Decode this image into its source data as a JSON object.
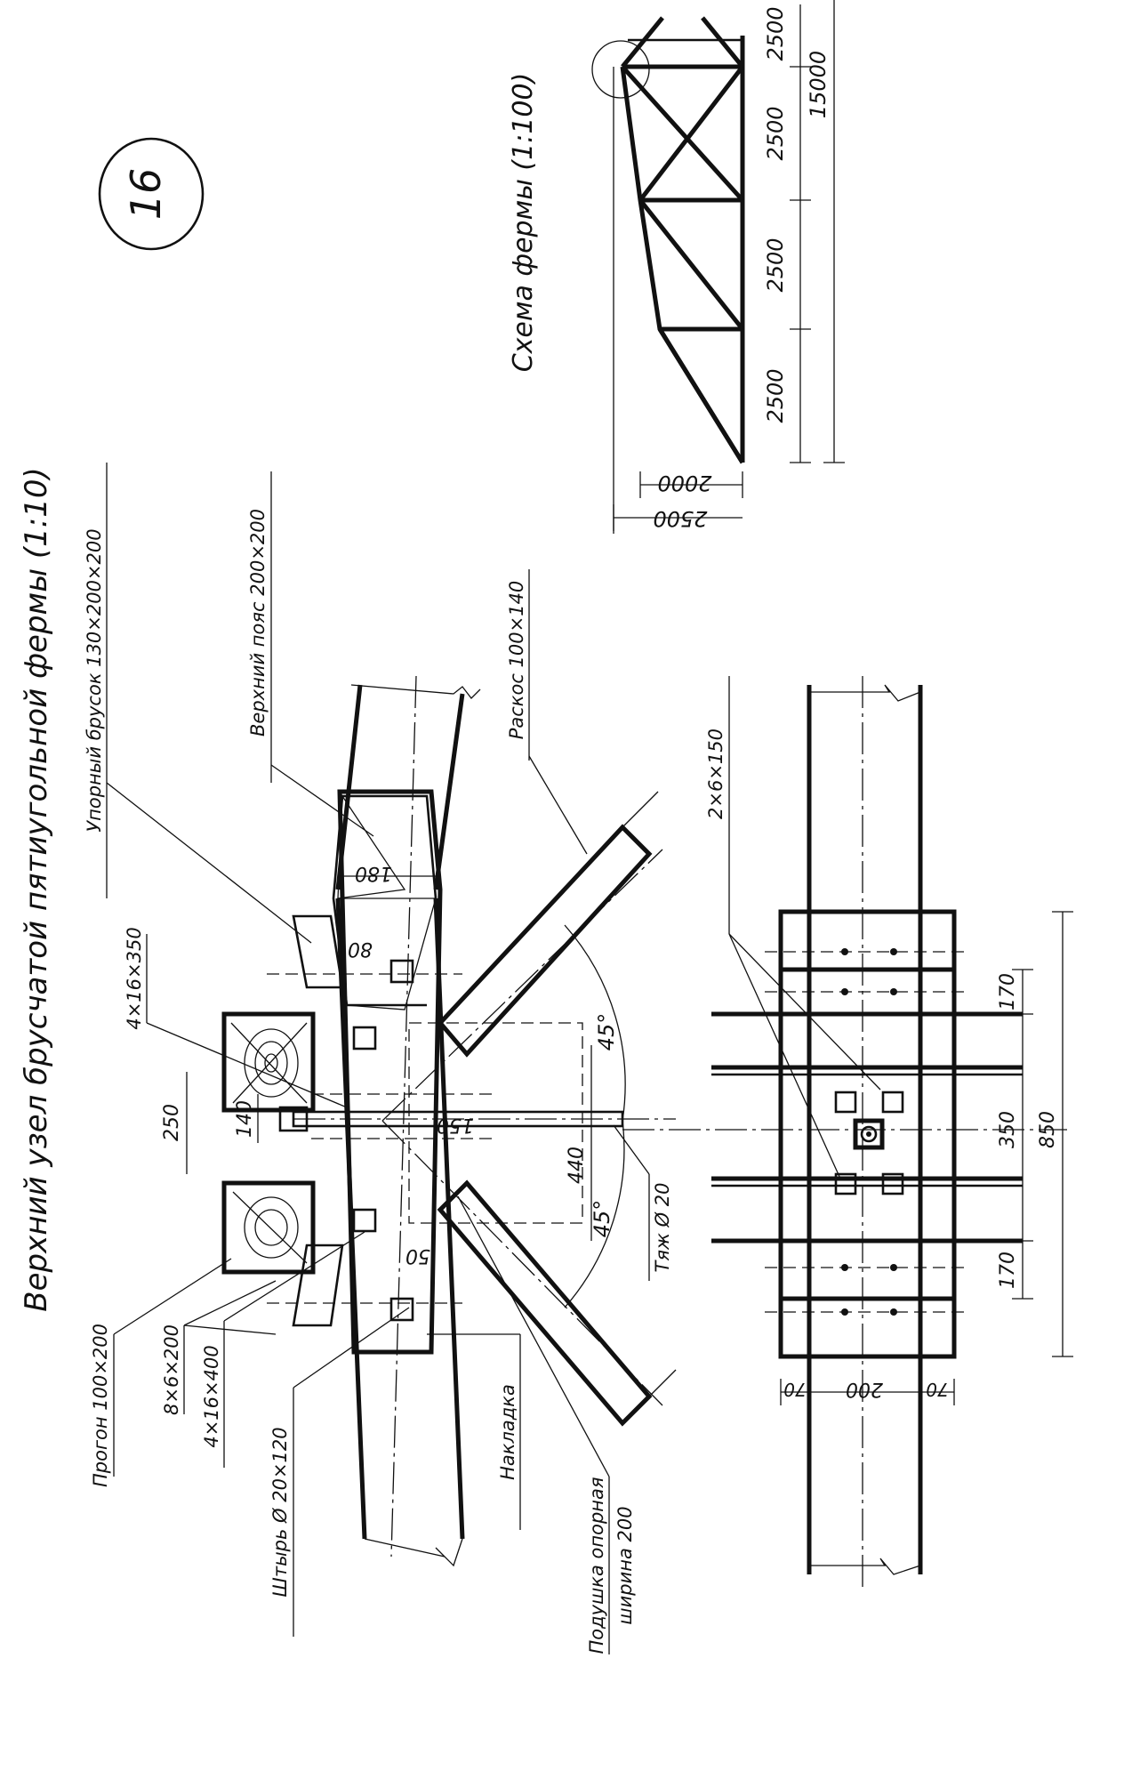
{
  "sheet": {
    "title": "Верхний узел брусчатой пятиугольной фермы (1:10)",
    "sheet_label": "16"
  },
  "scheme": {
    "title": "Схема фермы (1:100)",
    "panels": [
      "2500",
      "2500",
      "2500",
      "2500"
    ],
    "top_panel": "2500",
    "span": "15000",
    "height_1": "2000",
    "height_2": "2500"
  },
  "callouts": {
    "upor_brusok": "Упорный брусок 130×200×200",
    "verkhniy_poyas": "Верхний пояс 200×200",
    "raskos": "Раскос 100×140",
    "progon": "Прогон 100×200",
    "bolt_8x6": "8×6×200",
    "bolt_4x16x400": "4×16×400",
    "shtyr": "Штырь Ø 20×120",
    "nakladka": "Накладка",
    "podushka_1": "Подушка опорная",
    "podushka_2": "ширина 200",
    "bolt_4x16x350": "4×16×350",
    "tyazh": "Тяж Ø 20",
    "bolt_2x6": "2×6×150"
  },
  "dims_elevation": {
    "d180": "180",
    "d80": "80",
    "d250": "250",
    "d140": "140",
    "d150": "150",
    "d440": "440",
    "d50": "50",
    "angle_upper": "45°",
    "angle_lower": "45°"
  },
  "dims_plan": {
    "d170_upper": "170",
    "d350": "350",
    "d850": "850",
    "d170_lower": "170",
    "d70_left": "70",
    "d200": "200",
    "d70_right": "70"
  }
}
